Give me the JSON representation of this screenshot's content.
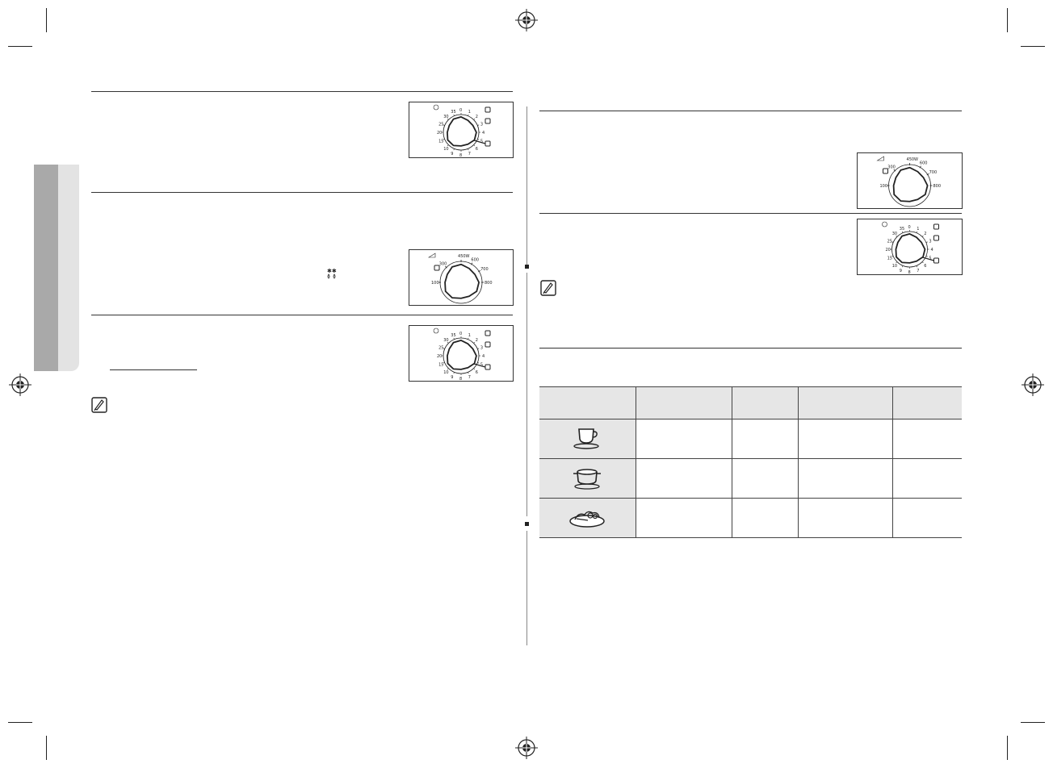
{
  "timer_dial": {
    "labels": [
      "0",
      "1",
      "2",
      "3",
      "4",
      "5",
      "6",
      "7",
      "8",
      "9",
      "10",
      "15",
      "20",
      "25",
      "30",
      "35"
    ]
  },
  "power_dial": {
    "labels": [
      "100",
      "300",
      "450W",
      "600",
      "700",
      "800"
    ]
  },
  "note_icon": "pencil-note-icon",
  "defrost_icon": "defrost-snowflake-drops-icon",
  "table": {
    "columns": 5,
    "rows": [
      {
        "icon": "coffee-cup-icon"
      },
      {
        "icon": "soup-pot-icon"
      },
      {
        "icon": "vegetable-plate-icon"
      }
    ]
  }
}
